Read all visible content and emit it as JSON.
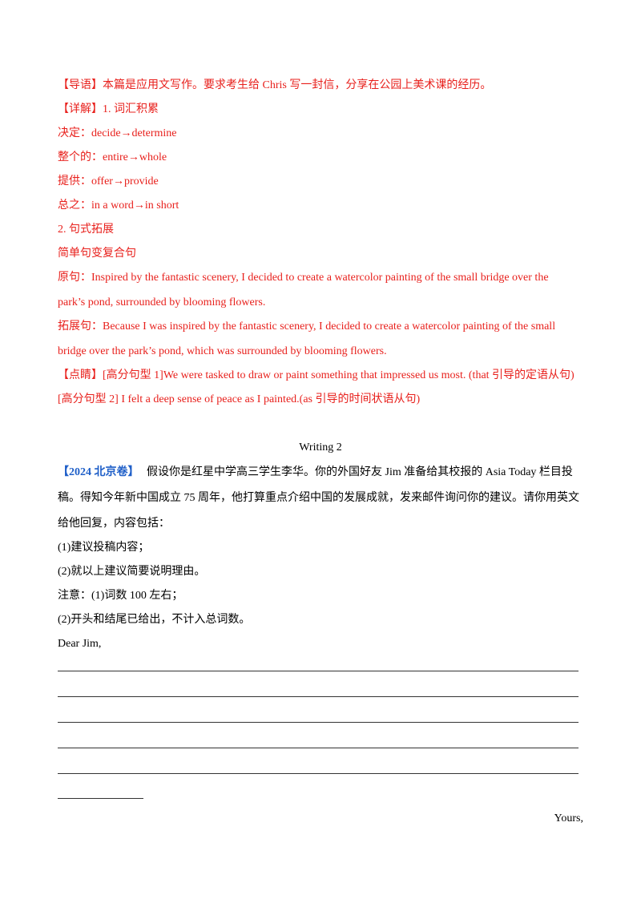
{
  "section1": {
    "daoyu": "【导语】本篇是应用文写作。要求考生给 Chris 写一封信，分享在公园上美术课的经历。",
    "xiangjie": "【详解】1. 词汇积累",
    "vocab": [
      "决定：decide→determine",
      "整个的：entire→whole",
      "提供：offer→provide",
      "总之：in a word→in short"
    ],
    "sentence_heading": "2. 句式拓展",
    "sentence_sub": "简单句变复合句",
    "original_1": "原句：Inspired by the fantastic scenery, I decided to create a watercolor painting of the small bridge over the",
    "original_2": "park’s pond, surrounded by blooming flowers.",
    "expanded_1": "拓展句：Because I was inspired by the fantastic scenery, I decided to create a watercolor painting of the small",
    "expanded_2": "bridge over the park’s pond, which was surrounded by blooming flowers.",
    "dianjing_1": "【点睛】[高分句型 1]We were tasked to draw or paint something that impressed us most. (that 引导的定语从句)",
    "dianjing_2": "[高分句型 2] I felt a deep sense of peace as I painted.(as 引导的时间状语从句)"
  },
  "section2": {
    "title": "Writing 2",
    "tag": "【2024 北京卷】",
    "prompt_1": "假设你是红星中学高三学生李华。你的外国好友 Jim 准备给其校报的 Asia Today 栏目投",
    "prompt_2": "稿。得知今年新中国成立 75 周年，他打算重点介绍中国的发展成就，发来邮件询问你的建议。请你用英文",
    "prompt_3": "给他回复，内容包括：",
    "item_1": "(1)建议投稿内容；",
    "item_2": "(2)就以上建议简要说明理由。",
    "note_1": "注意：(1)词数 100 左右；",
    "note_2": "(2)开头和结尾已给出，不计入总词数。",
    "greeting": "Dear Jim,",
    "closing": "Yours,"
  }
}
